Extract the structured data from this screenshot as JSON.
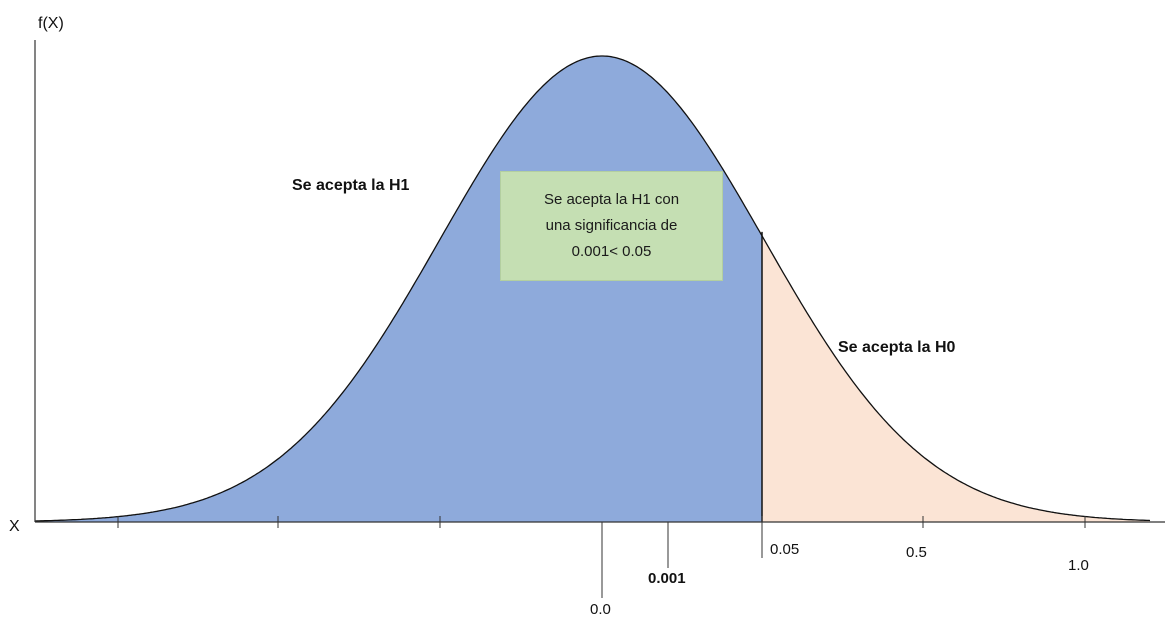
{
  "axes": {
    "y_label": "f(X)",
    "x_label": "X"
  },
  "regions": {
    "accept_h1": {
      "label": "Se acepta la H1",
      "fill": "#8eaadb"
    },
    "accept_h0": {
      "label": "Se acepta la H0",
      "fill": "#fbe4d5"
    }
  },
  "note": {
    "line1": "Se acepta la H1 con",
    "line2": "una significancia de",
    "line3": "0.001< 0.05",
    "background": "#c5dfb3"
  },
  "markers": {
    "mean": {
      "label": "0.0"
    },
    "p_value": {
      "label": "0.001",
      "color": "#ff0000"
    },
    "alpha": {
      "label": "0.05",
      "color": "#c00000"
    },
    "half": {
      "label": "0.5"
    },
    "one": {
      "label": "1.0"
    }
  }
}
